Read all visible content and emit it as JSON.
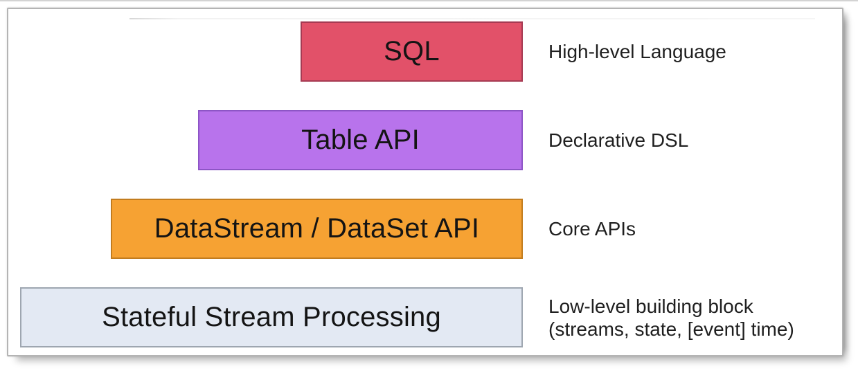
{
  "diagram": {
    "kind": "layered-stack-diagram",
    "colors": {
      "panel_border": "#b4b4b4",
      "box_text": "#141414",
      "annotation_text": "#1f1f1f"
    },
    "layers": [
      {
        "label": "SQL",
        "fill": "#e25169",
        "border": "#a63a53",
        "annotation_lines": [
          "High-level Language"
        ]
      },
      {
        "label": "Table API",
        "fill": "#b873ec",
        "border": "#8d55c6",
        "annotation_lines": [
          "Declarative DSL"
        ]
      },
      {
        "label": "DataStream / DataSet API",
        "fill": "#f6a233",
        "border": "#c27c1e",
        "annotation_lines": [
          "Core APIs"
        ]
      },
      {
        "label": "Stateful Stream Processing",
        "fill": "#e3e9f3",
        "border": "#9ea6b0",
        "annotation_lines": [
          "Low-level building block",
          "(streams, state, [event] time)"
        ]
      }
    ]
  }
}
